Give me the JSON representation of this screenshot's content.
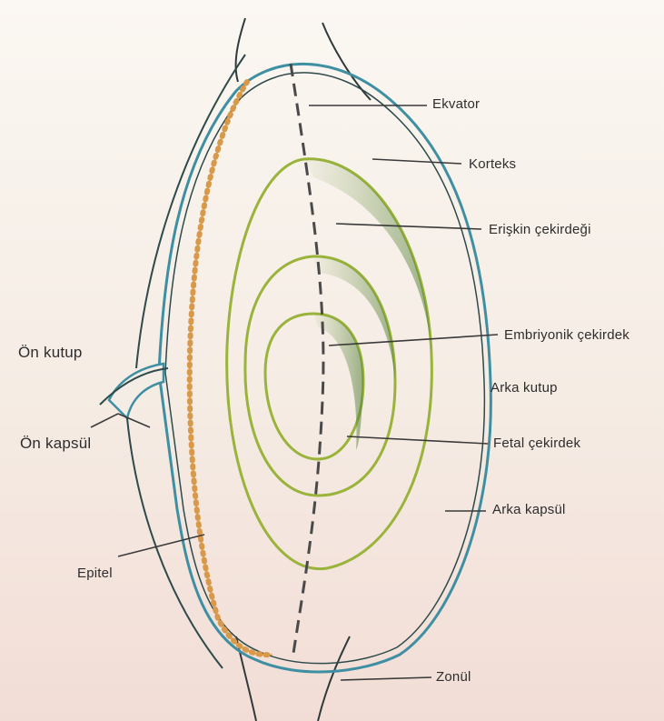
{
  "diagram": {
    "labels": {
      "ekvator": "Ekvator",
      "korteks": "Korteks",
      "eriskin": "Erişkin çekirdeği",
      "embriyonik": "Embriyonik çekirdek",
      "on_kutup": "Ön kutup",
      "arka_kutup": "Arka kutup",
      "on_kapsul": "Ön kapsül",
      "fetal": "Fetal çekirdek",
      "arka_kapsul": "Arka kapsül",
      "epitel": "Epitel",
      "zonul": "Zonül"
    },
    "colors": {
      "capsule_blue": "#3f8fa3",
      "capsule_dark": "#2e4a4a",
      "nucleus_green": "#9ab33a",
      "shade_green": "#5f8a3e",
      "epithelium_orange": "#d89a4a",
      "leader_line": "#3a3a3a"
    }
  }
}
